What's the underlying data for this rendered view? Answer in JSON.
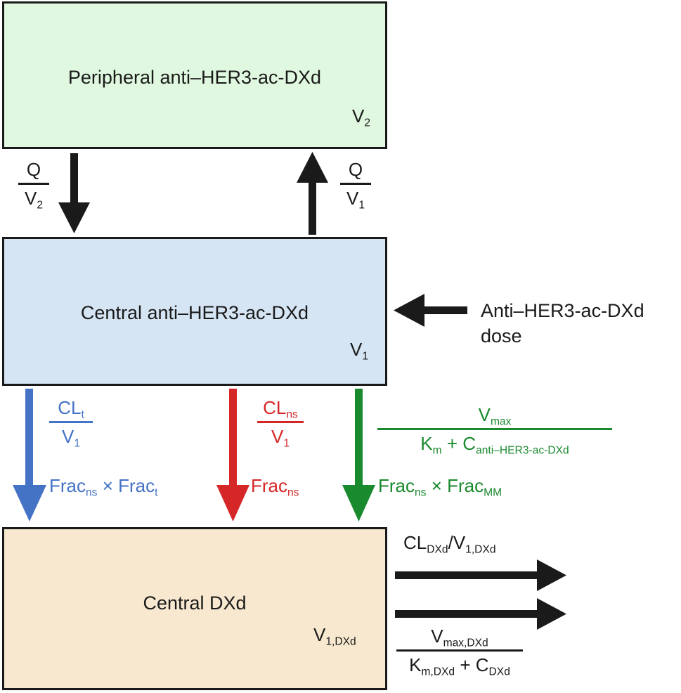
{
  "boxes": {
    "peripheral": {
      "title": "Peripheral anti–HER3-ac-DXd",
      "vol_main": "V",
      "vol_sub": "2",
      "fill": "#dff8df"
    },
    "central": {
      "title": "Central anti–HER3-ac-DXd",
      "vol_main": "V",
      "vol_sub": "1",
      "fill": "#d6e5f4"
    },
    "dxd": {
      "title": "Central DXd",
      "vol_main": "V",
      "vol_sub": "1,DXd",
      "fill": "#f7e8cf"
    }
  },
  "transfer": {
    "down": {
      "num": "Q",
      "den_main": "V",
      "den_sub": "2"
    },
    "up": {
      "num": "Q",
      "den_main": "V",
      "den_sub": "1"
    }
  },
  "dose": {
    "line1": "Anti–HER3-ac-DXd",
    "line2": "dose"
  },
  "pathways": {
    "blue": {
      "color": "#4472c4",
      "num_main": "CL",
      "num_sub": "t",
      "den_main": "V",
      "den_sub": "1",
      "frac_a": "Frac",
      "frac_a_sub": "ns",
      "times": "×",
      "frac_b": "Frac",
      "frac_b_sub": "t"
    },
    "red": {
      "color": "#d62728",
      "num_main": "CL",
      "num_sub": "ns",
      "den_main": "V",
      "den_sub": "1",
      "frac_a": "Frac",
      "frac_a_sub": "ns"
    },
    "green": {
      "color": "#1a8a2e",
      "num_main": "V",
      "num_sub": "max",
      "den_a": "K",
      "den_a_sub": "m",
      "den_plus": "+",
      "den_b": "C",
      "den_b_sub": "anti–HER3-ac-DXd",
      "frac_a": "Frac",
      "frac_a_sub": "ns",
      "times": "×",
      "frac_b": "Frac",
      "frac_b_sub": "MM"
    }
  },
  "elimination": {
    "linear": {
      "a": "CL",
      "a_sub": "DXd",
      "slash": "/",
      "b": "V",
      "b_sub": "1,DXd"
    },
    "mm": {
      "num_main": "V",
      "num_sub": "max,DXd",
      "den_a": "K",
      "den_a_sub": "m,DXd",
      "den_plus": "+",
      "den_b": "C",
      "den_b_sub": "DXd"
    }
  }
}
